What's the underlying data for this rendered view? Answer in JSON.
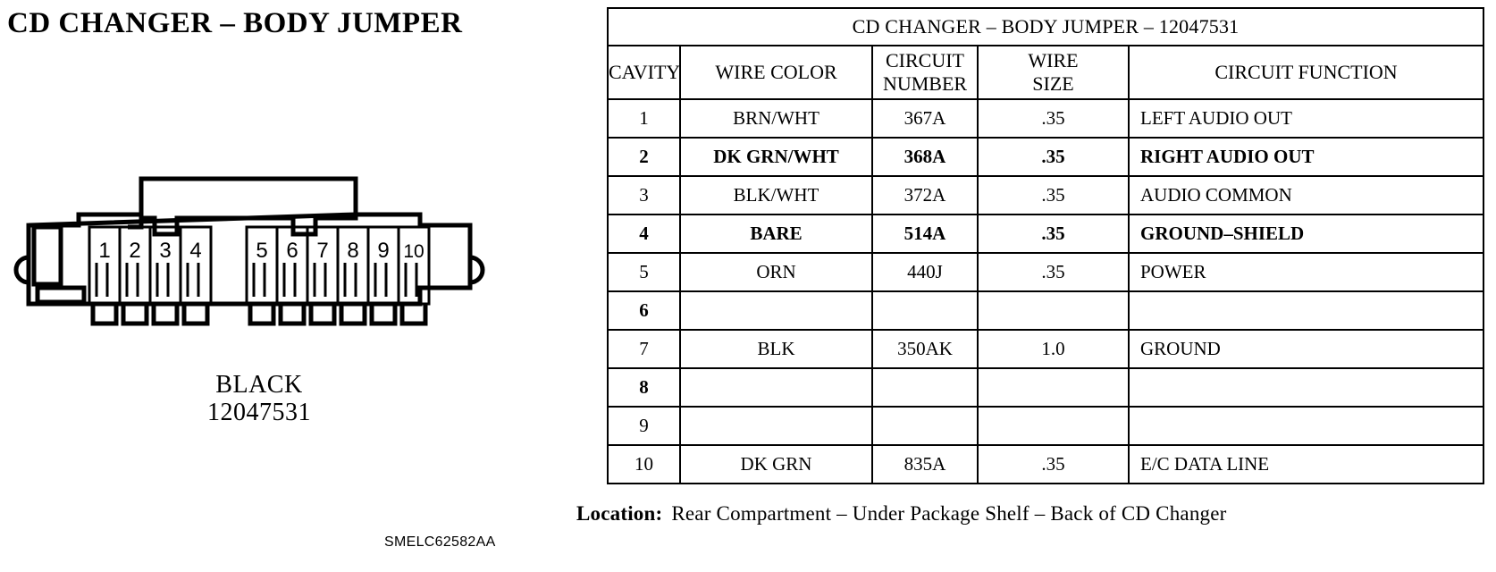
{
  "page_title": "CD CHANGER – BODY JUMPER",
  "connector": {
    "color_label": "BLACK",
    "part_number": "12047531",
    "cavity_labels": [
      "1",
      "2",
      "3",
      "4",
      "5",
      "6",
      "7",
      "8",
      "9",
      "10"
    ]
  },
  "sheet_code": "SMELC62582AA",
  "table": {
    "title": "CD CHANGER – BODY JUMPER  – 12047531",
    "headers": {
      "cavity": "CAVITY",
      "wire_color": "WIRE COLOR",
      "circuit_number": "CIRCUIT\nNUMBER",
      "circuit_number_l1": "CIRCUIT",
      "circuit_number_l2": "NUMBER",
      "wire_size_l1": "WIRE",
      "wire_size_l2": "SIZE",
      "circuit_function": "CIRCUIT FUNCTION"
    },
    "rows": [
      {
        "cavity": "1",
        "wire_color": "BRN/WHT",
        "circuit_number": "367A",
        "wire_size": ".35",
        "circuit_function": "LEFT AUDIO OUT",
        "bold": false
      },
      {
        "cavity": "2",
        "wire_color": "DK GRN/WHT",
        "circuit_number": "368A",
        "wire_size": ".35",
        "circuit_function": "RIGHT AUDIO OUT",
        "bold": true
      },
      {
        "cavity": "3",
        "wire_color": "BLK/WHT",
        "circuit_number": "372A",
        "wire_size": ".35",
        "circuit_function": "AUDIO COMMON",
        "bold": false
      },
      {
        "cavity": "4",
        "wire_color": "BARE",
        "circuit_number": "514A",
        "wire_size": ".35",
        "circuit_function": "GROUND–SHIELD",
        "bold": true
      },
      {
        "cavity": "5",
        "wire_color": "ORN",
        "circuit_number": "440J",
        "wire_size": ".35",
        "circuit_function": "POWER",
        "bold": false
      },
      {
        "cavity": "6",
        "wire_color": "",
        "circuit_number": "",
        "wire_size": "",
        "circuit_function": "",
        "bold": true
      },
      {
        "cavity": "7",
        "wire_color": "BLK",
        "circuit_number": "350AK",
        "wire_size": "1.0",
        "circuit_function": "GROUND",
        "bold": false
      },
      {
        "cavity": "8",
        "wire_color": "",
        "circuit_number": "",
        "wire_size": "",
        "circuit_function": "",
        "bold": true
      },
      {
        "cavity": "9",
        "wire_color": "",
        "circuit_number": "",
        "wire_size": "",
        "circuit_function": "",
        "bold": false
      },
      {
        "cavity": "10",
        "wire_color": "DK GRN",
        "circuit_number": "835A",
        "wire_size": ".35",
        "circuit_function": "E/C DATA LINE",
        "bold": false
      }
    ]
  },
  "location": {
    "label": "Location:",
    "value": "Rear Compartment – Under Package Shelf – Back of CD Changer"
  },
  "colors": {
    "ink": "#000000",
    "paper": "#ffffff"
  }
}
